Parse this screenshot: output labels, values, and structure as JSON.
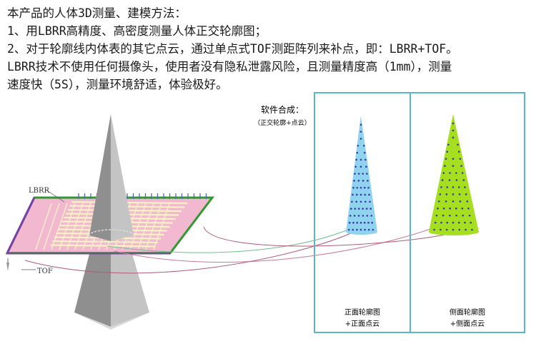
{
  "text": {
    "line1": "本产品的人体3D测量、建模方法：",
    "line2": "1、用LBRR高精度、高密度测量人体正交轮廓图；",
    "line3": "2、对于轮廓线内体表的其它点云，通过单点式TOF测距阵列来补点，即：LBRR+TOF。",
    "line4": "LBRR技术不使用任何摄像头，使用者没有隐私泄露风险，且测量精度高（1mm），测量",
    "line5": "速度快（5S），测量环境舒适，体验极好。"
  },
  "diagram": {
    "label_lbrr": "LBRR",
    "label_tof": "TOF",
    "synth_title": "软件合成：",
    "synth_sub": "（正交轮廓+点云）",
    "panel_front_line1": "正面轮廓图",
    "panel_front_line2": "+正面点云",
    "panel_side_line1": "侧面轮廓图",
    "panel_side_line2": "+侧面点云"
  },
  "colors": {
    "plate_fill": "#f2b8d0",
    "plate_border_green": "#2f9a2f",
    "plate_border_purple": "#7a3fa8",
    "panel_border": "#5ab7c8",
    "front_cone": "#8fd3ef",
    "side_cone": "#a6df1f",
    "dot_color": "#3a3aa8"
  }
}
